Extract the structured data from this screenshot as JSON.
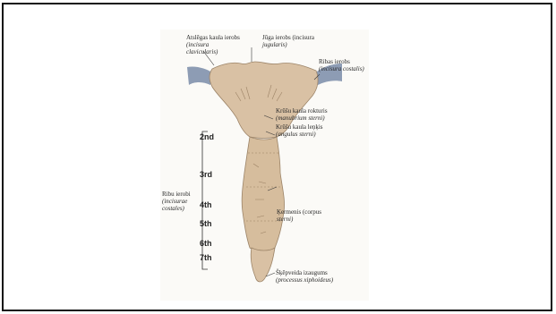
{
  "labels": {
    "clavicular": {
      "name": "Atslēgas kaula ierobs",
      "latin": "(incisura",
      "latin2": "clavicularis)"
    },
    "jugular": {
      "name": "Jūga ierobs (incisura",
      "latin": "jugularis)"
    },
    "costal": {
      "name": "Ribas ierobs",
      "latin": "(incisura costalis)"
    },
    "manubrium": {
      "name": "Krūšu kaula rokturis",
      "latin": "(manubrium sterni)"
    },
    "angle": {
      "name": "Krūšu kaula leņķis",
      "latin": "(angulus sterni)"
    },
    "notches": {
      "name": "Ribu ierobi",
      "latin": "(incisurae",
      "latin2": "costales)"
    },
    "body": {
      "name": "Ķermenis (corpus",
      "latin": "sterni)"
    },
    "xiphoid": {
      "name": "Šķēpveida izaugums",
      "latin": "(processus xiphoideus)"
    }
  },
  "ribs": [
    "2nd",
    "3rd",
    "4th",
    "5th",
    "6th",
    "7th"
  ],
  "colors": {
    "bone": "#d9c1a4",
    "cartilage": "#8d9cb4",
    "line": "#3a3a3a"
  }
}
